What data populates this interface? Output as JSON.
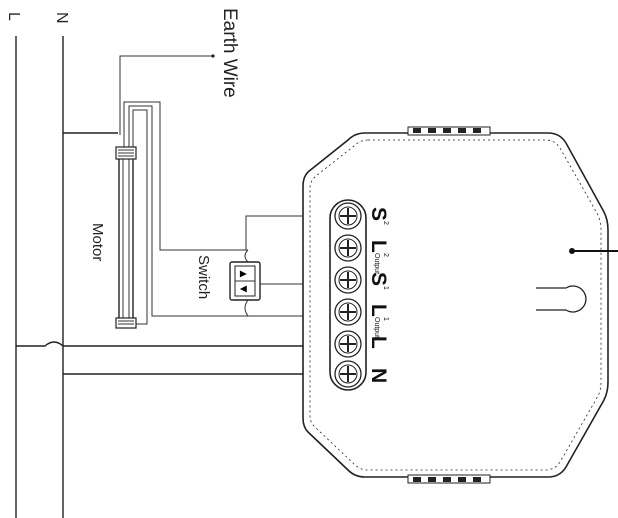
{
  "lines": {
    "live": "L",
    "neutral": "N"
  },
  "labels": {
    "earth_wire": "Earth Wire",
    "motor": "Motor",
    "switch": "Switch"
  },
  "terminals": [
    {
      "main": "S",
      "sup": "2",
      "sub": ""
    },
    {
      "main": "L",
      "sup": "2",
      "sub": "Output"
    },
    {
      "main": "S",
      "sup": "1",
      "sub": ""
    },
    {
      "main": "L",
      "sup": "1",
      "sub": "Output"
    },
    {
      "main": "L",
      "sup": "",
      "sub": ""
    },
    {
      "main": "N",
      "sup": "",
      "sub": ""
    }
  ],
  "switch_arrows": {
    "up": "▲",
    "down": "▼"
  }
}
